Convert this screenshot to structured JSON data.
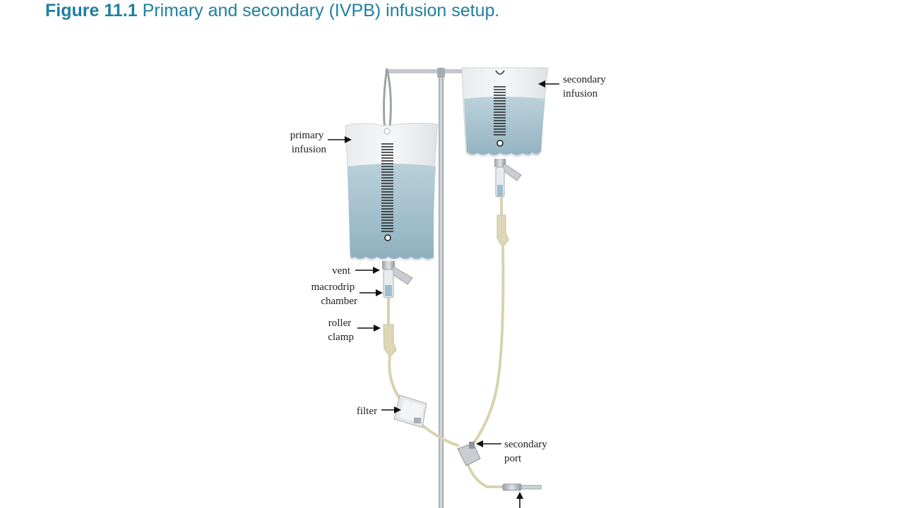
{
  "caption": {
    "figure_number": "Figure 11.1",
    "title": "Primary and secondary (IVPB) infusion setup."
  },
  "labels": {
    "secondary_infusion": [
      "secondary",
      "infusion"
    ],
    "primary_infusion": [
      "primary",
      "infusion"
    ],
    "vent": [
      "vent"
    ],
    "macrodrip_chamber": [
      "macrodrip",
      "chamber"
    ],
    "roller_clamp": [
      "roller",
      "clamp"
    ],
    "filter": [
      "filter"
    ],
    "secondary_port": [
      "secondary",
      "port"
    ]
  },
  "colors": {
    "caption": "#1f7fa0",
    "fluid": "#a9c3cf",
    "bag": "#e6e8ea",
    "tubing": "#d8d2ae",
    "pole": "#b8bcc0"
  }
}
